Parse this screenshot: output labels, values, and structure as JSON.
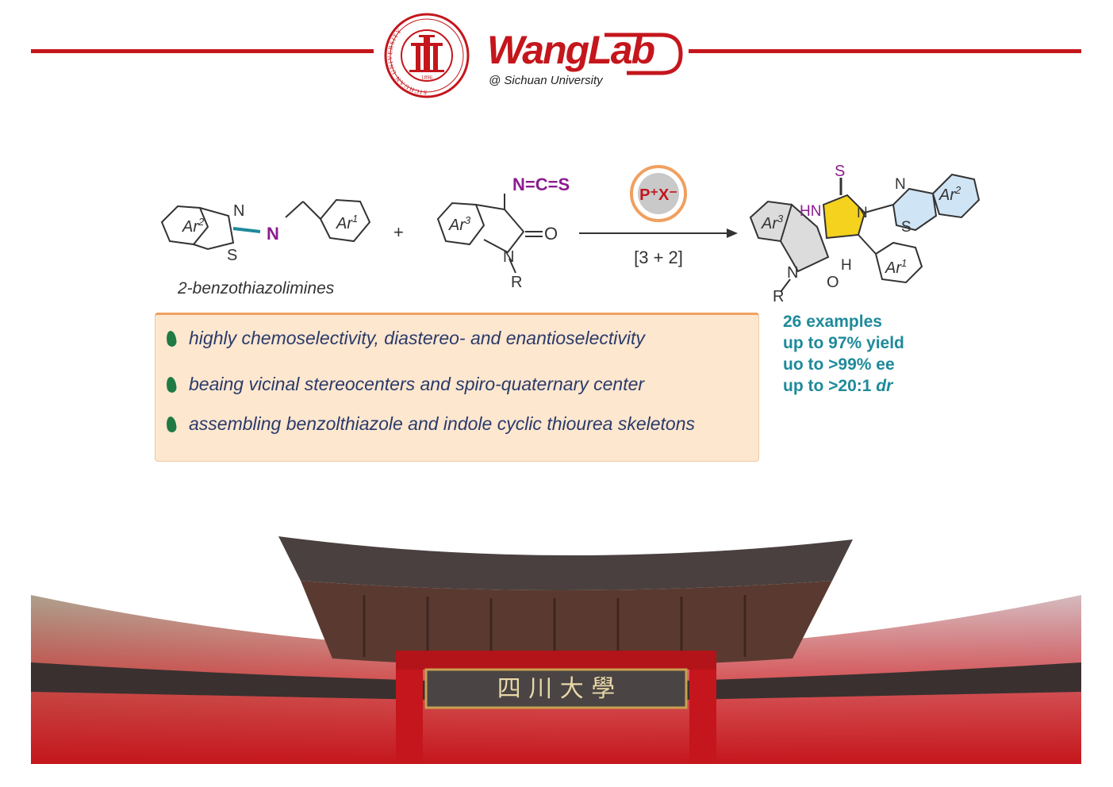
{
  "header": {
    "seal_text": "SICHUAN UNIVERSITY",
    "seal_year": "1896",
    "lab_name": "WangLab",
    "lab_subtitle": "@ Sichuan University"
  },
  "scheme": {
    "reactant1_label": "2-benzothiazolimines",
    "ar1": "Ar",
    "ar1_sup": "1",
    "ar2": "Ar",
    "ar2_sup": "2",
    "ar3": "Ar",
    "ar3_sup": "3",
    "plus": "+",
    "isothiocyanate": "N=C=S",
    "catalyst": "P⁺X⁻",
    "reaction_type": "[3 + 2]",
    "atom_N": "N",
    "atom_S": "S",
    "atom_O": "O",
    "atom_R": "R",
    "atom_HN": "HN",
    "atom_H": "H"
  },
  "features": [
    "highly chemoselectivity, diastereo- and enantioselectivity",
    "beaing vicinal stereocenters and spiro-quaternary center",
    "assembling benzolthiazole and indole cyclic thiourea skeletons"
  ],
  "stats": {
    "examples": "26 examples",
    "yield": "up to 97% yield",
    "ee": "uo to >99% ee",
    "dr_prefix": "up to >20:1 ",
    "dr_unit": "dr"
  },
  "gate": {
    "plaque_text": "四 川 大 學"
  },
  "colors": {
    "brand_red": "#c4161c",
    "purple": "#8b1c8f",
    "teal": "#1e8a9a",
    "box_fill": "#fde7cf",
    "pentagon_yellow": "#f4d21e"
  }
}
